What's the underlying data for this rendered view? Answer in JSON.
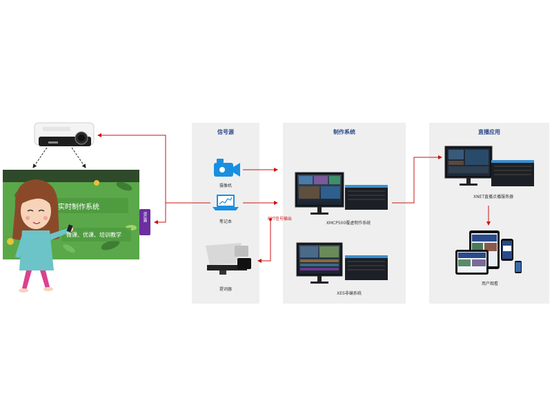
{
  "panels": {
    "source": {
      "title": "信号源"
    },
    "production": {
      "title": "制作系统"
    },
    "broadcast": {
      "title": "直播应用"
    }
  },
  "devices": {
    "camera": "摄像机",
    "laptop": "笔记本",
    "prompter": "提词器",
    "xmcp": "XMCP500覆虚制作系统",
    "xes": "XES非编系统",
    "xnet": "XNET直播点播服务器",
    "users": "用户观看"
  },
  "projection": {
    "screen_title": "实时制作系统",
    "screen_sub": "微课、优课、培训教学",
    "sensor_label": "感应器"
  },
  "annotations": {
    "ppt_output": "PPT信号输出"
  },
  "colors": {
    "panel_bg": "#efefef",
    "title_blue": "#2b4a8c",
    "arrow_red": "#cc1111",
    "screen_green": "#5aa84a",
    "sensor_purple": "#6c2ea0",
    "device_blue": "#1a8fe0"
  },
  "icons": [
    "projector-icon",
    "camera-icon",
    "laptop-icon",
    "teleprompter-icon",
    "monitor-icon",
    "server-icon",
    "tablet-icon",
    "phone-icon"
  ]
}
